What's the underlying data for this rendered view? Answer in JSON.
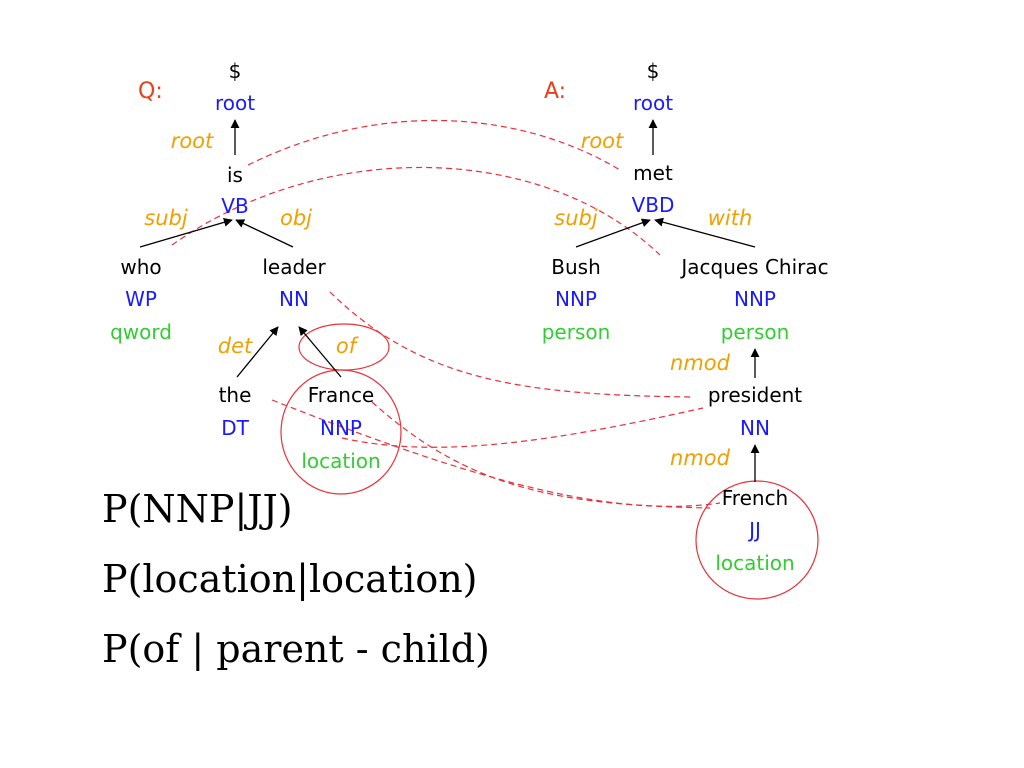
{
  "colors": {
    "word": "#000000",
    "pos": "#1a1aff",
    "sem": "#33cc33",
    "relation": "#f0a000",
    "header": "#e8401c",
    "link": "#e8303a"
  },
  "question": {
    "header": "Q:",
    "root_symbol": "$",
    "root_label": "root",
    "root_relation": "root",
    "verb": {
      "word": "is",
      "pos": "VB"
    },
    "subj_relation": "subj",
    "obj_relation": "obj",
    "who": {
      "word": "who",
      "pos": "WP",
      "sem": "qword"
    },
    "leader": {
      "word": "leader",
      "pos": "NN"
    },
    "det_relation": "det",
    "of_relation": "of",
    "the": {
      "word": "the",
      "pos": "DT"
    },
    "france": {
      "word": "France",
      "pos": "NNP",
      "sem": "location"
    }
  },
  "answer": {
    "header": "A:",
    "root_symbol": "$",
    "root_label": "root",
    "root_relation": "root",
    "verb": {
      "word": "met",
      "pos": "VBD"
    },
    "subj_relation": "subj",
    "with_relation": "with",
    "bush": {
      "word": "Bush",
      "pos": "NNP",
      "sem": "person"
    },
    "chirac": {
      "word": "Jacques Chirac",
      "pos": "NNP",
      "sem": "person"
    },
    "nmod_relation_1": "nmod",
    "president": {
      "word": "president",
      "pos": "NN"
    },
    "nmod_relation_2": "nmod",
    "french": {
      "word": "French",
      "pos": "JJ",
      "sem": "location"
    }
  },
  "formulas": [
    "P(NNP|JJ)",
    "P(location|location)",
    "P(of | parent - child)"
  ]
}
